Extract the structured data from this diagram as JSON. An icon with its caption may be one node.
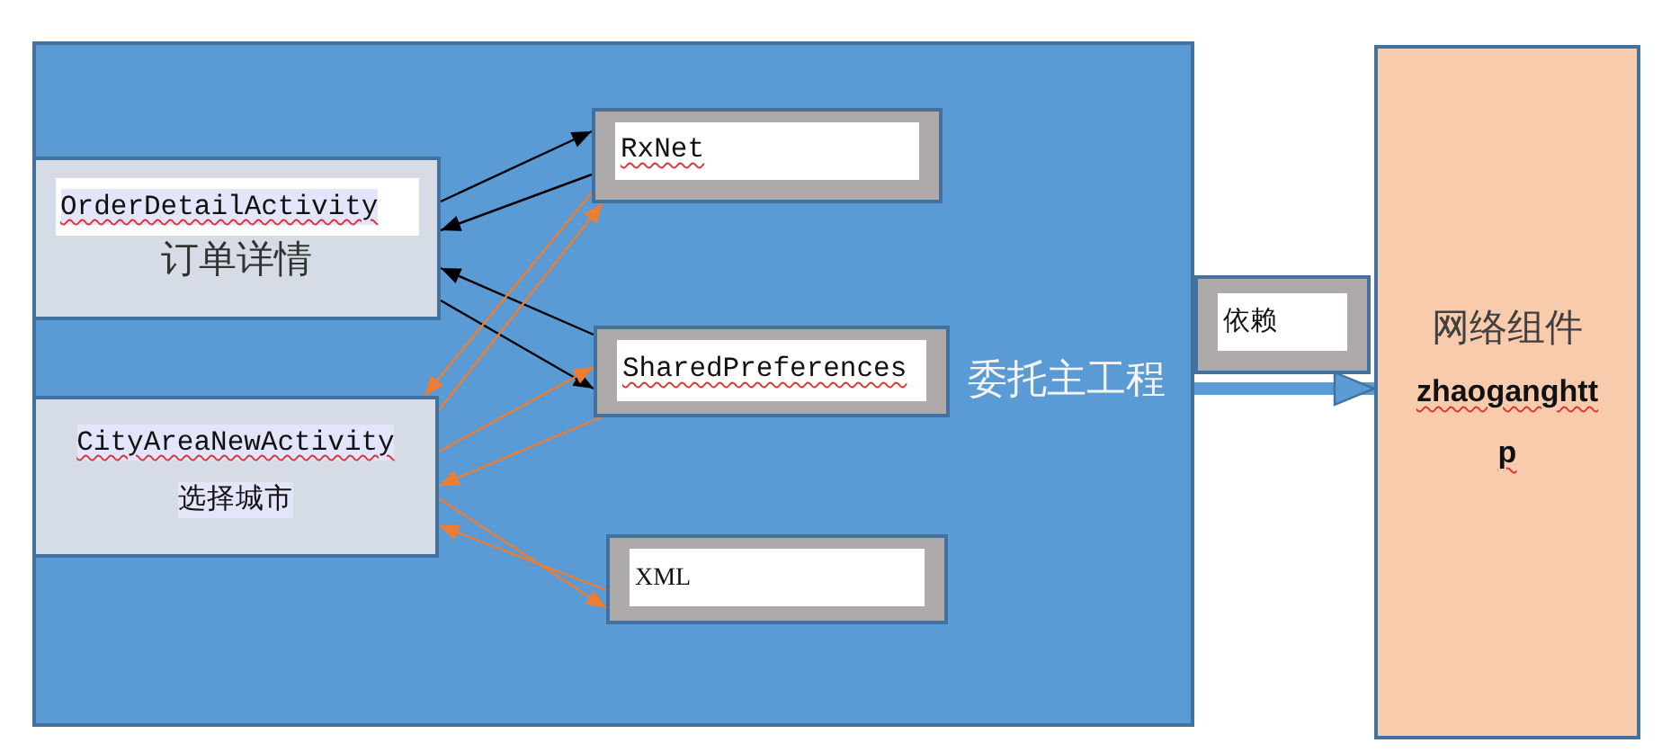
{
  "diagram": {
    "nodes": [
      {
        "text": [
          "委托主工程"
        ]
      },
      {
        "text": [
          "OrderDetailActivity",
          "订单详情"
        ],
        "in": 0
      },
      {
        "text": [
          "CityAreaNewActivity",
          "选择城市"
        ],
        "in": 0
      },
      {
        "text": [
          "RxNet"
        ],
        "in": 0
      },
      {
        "text": [
          "SharedPreferences"
        ],
        "in": 0
      },
      {
        "text": [
          "XML"
        ],
        "in": 0
      },
      {
        "text": [
          "依赖"
        ]
      },
      {
        "text": [
          "网络组件",
          "zhaoganghttp"
        ]
      }
    ],
    "edges": [
      {
        "from": 1,
        "to": 3,
        "arrow": "to",
        "color": "#000000"
      },
      {
        "from": 3,
        "to": 1,
        "arrow": "to",
        "color": "#000000"
      },
      {
        "from": 4,
        "to": 1,
        "arrow": "to",
        "color": "#000000"
      },
      {
        "from": 1,
        "to": 4,
        "arrow": "to",
        "color": "#000000"
      },
      {
        "from": 3,
        "to": 2,
        "arrow": "to"
      },
      {
        "from": 2,
        "to": 3,
        "arrow": "to"
      },
      {
        "from": 2,
        "to": 4,
        "arrow": "to"
      },
      {
        "from": 4,
        "to": 2,
        "arrow": "to"
      },
      {
        "from": 2,
        "to": 5,
        "arrow": "to"
      },
      {
        "from": 5,
        "to": 2,
        "arrow": "to"
      },
      {
        "from": 0,
        "to": 7,
        "arrow": "to",
        "style": "thick",
        "color": "#5b9bd5"
      }
    ]
  }
}
